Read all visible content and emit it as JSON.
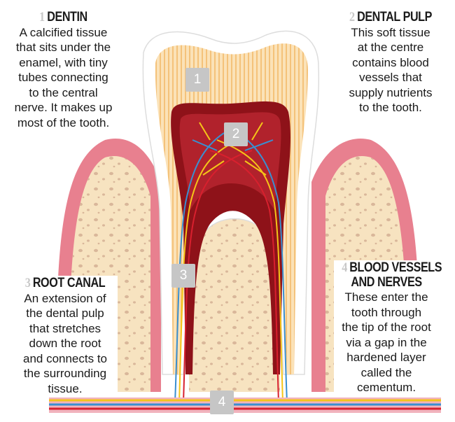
{
  "sections": [
    {
      "number": "1",
      "title": "DENTIN",
      "lines": [
        "A calcified tissue",
        "that sits under the",
        "enamel, with tiny",
        "tubes connecting",
        "to the central",
        "nerve. It makes up",
        "most of the tooth."
      ]
    },
    {
      "number": "2",
      "title": "DENTAL PULP",
      "lines": [
        "This soft tissue",
        "at the centre",
        "contains blood",
        "vessels that",
        "supply nutrients",
        "to the tooth."
      ]
    },
    {
      "number": "3",
      "title": "ROOT CANAL",
      "lines": [
        "An extension of",
        "the dental pulp",
        "that stretches",
        "down the root",
        "and connects to",
        "the surrounding",
        "tissue."
      ]
    },
    {
      "number": "4",
      "title_lines": [
        "BLOOD VESSELS",
        "AND NERVES"
      ],
      "lines": [
        "These enter the",
        "tooth through",
        "the tip of the root",
        "via a gap in the",
        "hardened layer",
        "called the",
        "cementum."
      ]
    }
  ],
  "markers": [
    "1",
    "2",
    "3",
    "4"
  ],
  "colors": {
    "gum": "#e8808f",
    "bone": "#f7e3c0",
    "enamel": "#ffffff",
    "dentin": "#fbd9a6",
    "pulp": "#8e1219",
    "nerve": "#f5c518",
    "vessel_blue": "#3a8fd0",
    "vessel_red": "#d8202e"
  }
}
